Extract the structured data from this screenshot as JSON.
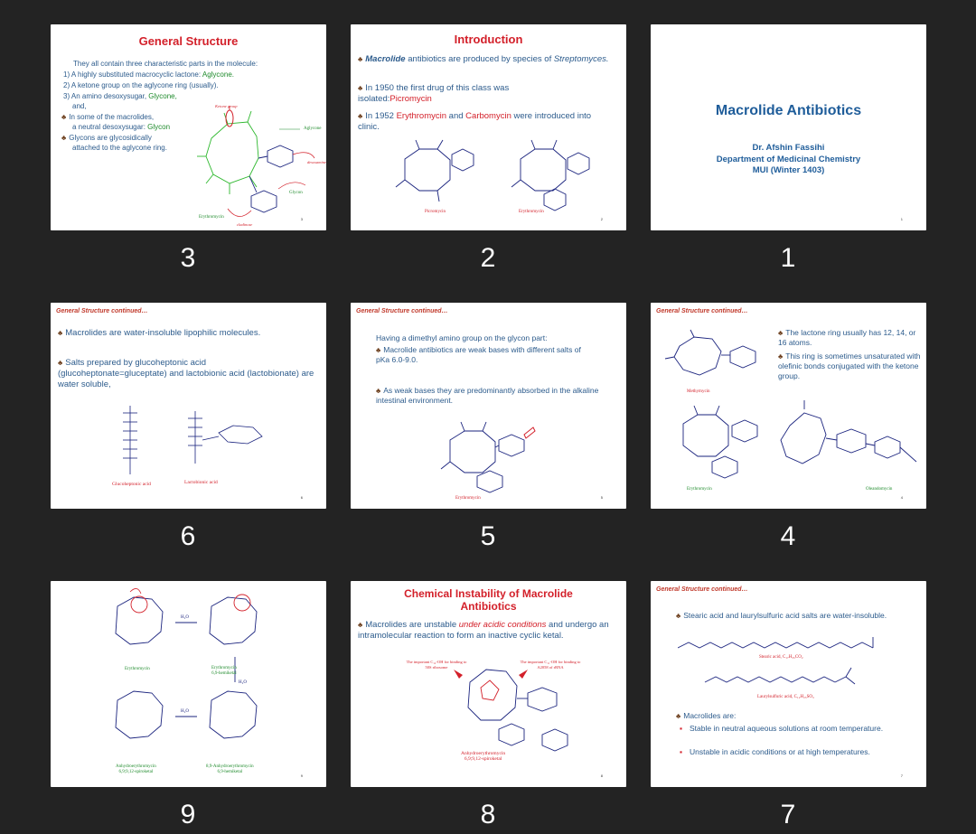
{
  "slides": {
    "s3": {
      "number": "3",
      "title": "General Structure",
      "intro": "They all contain three characteristic parts in the molecule:",
      "item1": "1)  A highly substituted macrocyclic lactone: ",
      "item1_accent": "Aglycone.",
      "item2": "2)  A ketone group on the aglycone ring (usually).",
      "item3a": "3)  An amino desoxysugar, ",
      "item3_accent": "Glycone,",
      "item3b": "and,",
      "bullet1a": "In some of the macrolides,",
      "bullet1b": "a neutral desoxysugar: ",
      "bullet1_accent": "Glycon",
      "bullet2a": "Glycons are glycosidically",
      "bullet2b": "attached to the aglycone ring.",
      "label_ketone": "Ketone group",
      "label_aglycone": "Aglycone",
      "label_desosamine": "desosamine",
      "label_glycon": "Glycon",
      "label_mol": "Erythromycin",
      "label_cladinose": "cladinose",
      "page": "3"
    },
    "s2": {
      "number": "2",
      "title": "Introduction",
      "b1_accent": "Macrolide",
      "b1": " antibiotics are produced by species of ",
      "b1_italic": "Streptomyces.",
      "b2": "In 1950 the first drug of this class was isolated:",
      "b2_accent": "Picromycin",
      "b3a": "In 1952 ",
      "b3_accent1": "Erythromycin",
      "b3b": " and ",
      "b3_accent2": "Carbomycin",
      "b3c": " were introduced into clinic.",
      "cap1": "Picromycin",
      "cap2": "Erythromycin",
      "page": "2"
    },
    "s1": {
      "number": "1",
      "title": "Macrolide Antibiotics",
      "author": "Dr. Afshin Fassihi",
      "dept": "Department of Medicinal Chemistry",
      "inst": "MUI (Winter 1403)",
      "page": "1"
    },
    "s6": {
      "number": "6",
      "header": "General Structure continued…",
      "b1": "Macrolides are water-insoluble lipophilic molecules.",
      "b2": "Salts prepared by glucoheptonic acid (glucoheptonate=gluceptate) and lactobionic acid (lactobionate) are water soluble,",
      "cap1": "Glucoheptonic acid",
      "cap2": "Lactobionic acid",
      "page": "6"
    },
    "s5": {
      "number": "5",
      "header": "General Structure continued…",
      "t1": "Having a dimethyl amino group on the glycon part:",
      "b1": "Macrolide antibiotics are weak bases with different salts of pKa 6.0-9.0.",
      "b2": "As weak bases they are predominantly absorbed in the alkaline intestinal environment.",
      "cap": "Erythromycin",
      "page": "5"
    },
    "s4": {
      "number": "4",
      "header": "General Structure continued…",
      "b1": "The lactone ring usually has 12, 14, or 16 atoms.",
      "b2": "This ring is sometimes unsaturated with olefinic bonds conjugated with the ketone group.",
      "cap1": "Methymycin",
      "cap2": "Erythromycin",
      "cap3": "Oleandomycin",
      "page": "4"
    },
    "s9": {
      "number": "9",
      "cap1": "Erythromycin",
      "cap2a": "Erythromycin",
      "cap2b": "6,9-hemiketal",
      "cap3a": "Anhydroerythromycin",
      "cap3b": "6,9;9,12-spiroketal",
      "cap4a": "8,9-Anhydroerythromycin",
      "cap4b": "6,9-hemiketal",
      "arrow1": "H₂O",
      "arrow2": "H₂O",
      "arrow3": "H₂O",
      "page": "9"
    },
    "s8": {
      "number": "8",
      "title": "Chemical Instability of Macrolide Antibiotics",
      "b1a": "Macrolides are unstable ",
      "b1_accent": "under acidic conditions",
      "b1b": " and undergo an intramolecular reaction to form an inactive cyclic ketal.",
      "note1": "The important C₁₂-OH for binding to 50S ribosome",
      "note2": "The important C₁₁-OH for binding to A2058 of rRNA",
      "cap1": "Anhydroerythromycin",
      "cap2": "6,9;9,12-spiroketal",
      "page": "8"
    },
    "s7": {
      "number": "7",
      "header": "General Structure continued…",
      "b1": "Stearic acid and laurylsulfuric acid salts are water-insoluble.",
      "cap1": "Stearic acid, C₁₇H₃₅CO₂",
      "cap2": "Laurylsulfuric acid, C₁₂H₂₅SO₃",
      "b2": "Macrolides are:",
      "d1": "Stable in neutral aqueous solutions at room temperature.",
      "d2": "Unstable in acidic conditions or at high temperatures.",
      "page": "7"
    }
  }
}
